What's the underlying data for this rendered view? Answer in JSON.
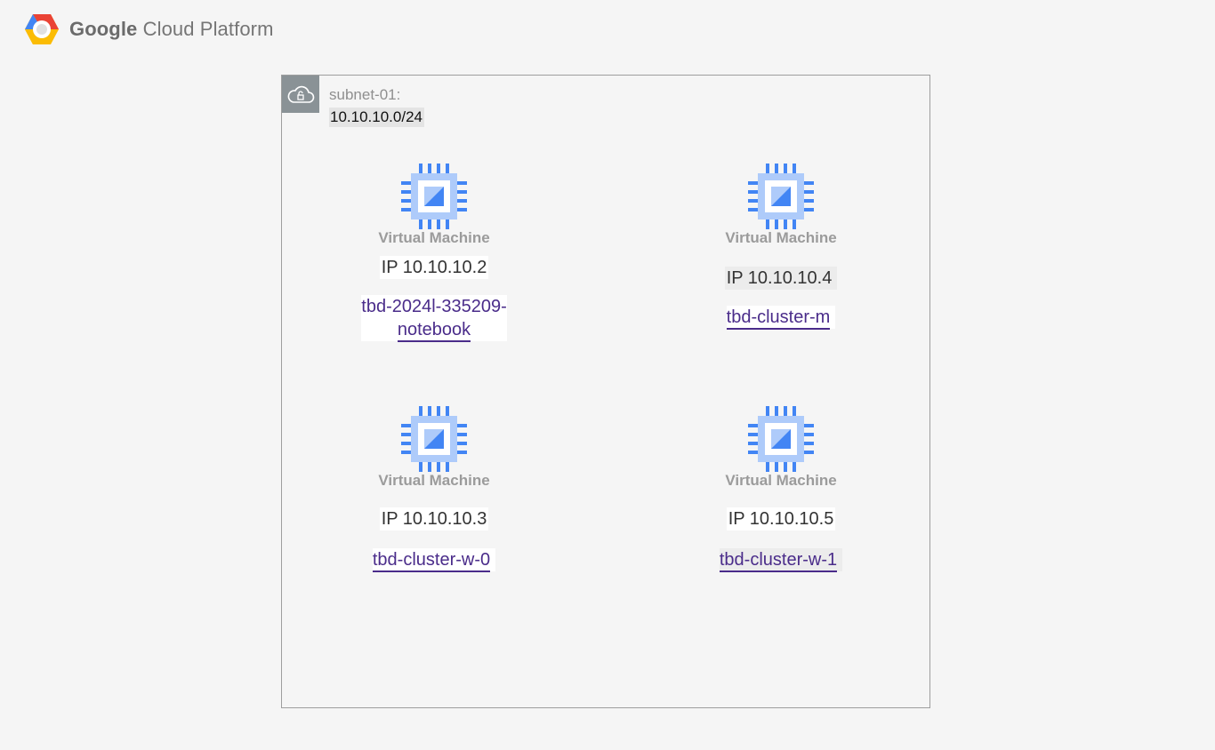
{
  "header": {
    "brand_strong": "Google",
    "brand_rest": " Cloud Platform",
    "logo_icon": "google-cloud-hexagon-icon"
  },
  "subnet": {
    "icon": "cloud-lock-icon",
    "name": "subnet-01:",
    "cidr": "10.10.10.0/24"
  },
  "vms": [
    {
      "type": "Virtual Machine",
      "ip": "IP 10.10.10.2",
      "name_line1": "tbd-2024l-335209-",
      "name_line2": "notebook"
    },
    {
      "type": "Virtual Machine",
      "ip": "IP 10.10.10.4",
      "name_line1": "tbd-cluster-m"
    },
    {
      "type": "Virtual Machine",
      "ip": "IP 10.10.10.3",
      "name_line1": "tbd-cluster-w-0"
    },
    {
      "type": "Virtual Machine",
      "ip": "IP 10.10.10.5",
      "name_line1": "tbd-cluster-w-1"
    }
  ],
  "colors": {
    "background": "#f5f5f5",
    "link": "#4a2c8a",
    "chip_dark": "#4285f4",
    "chip_light": "#aecbfa",
    "subnet_badge": "#8a9296"
  }
}
